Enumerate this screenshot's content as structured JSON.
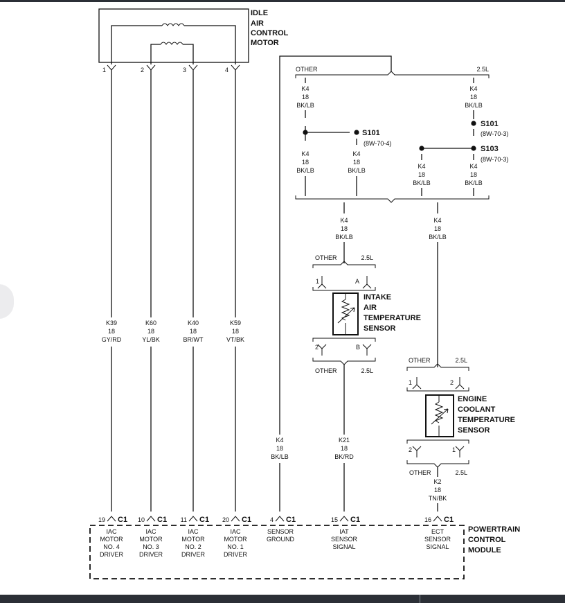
{
  "components": {
    "iac_motor": {
      "label": [
        "IDLE",
        "AIR",
        "CONTROL",
        "MOTOR"
      ],
      "pins": [
        "1",
        "2",
        "3",
        "4"
      ]
    },
    "iat_sensor": {
      "label": [
        "INTAKE",
        "AIR",
        "TEMPERATURE",
        "SENSOR"
      ],
      "pin_top_left": "1",
      "pin_top_right": "A",
      "pin_bottom_left": "2",
      "pin_bottom_right": "B"
    },
    "ect_sensor": {
      "label": [
        "ENGINE",
        "COOLANT",
        "TEMPERATURE",
        "SENSOR"
      ],
      "pin_top_left": "1",
      "pin_top_right": "2",
      "pin_bottom_left": "2",
      "pin_bottom_right": "1"
    },
    "pcm": {
      "label": [
        "POWERTRAIN",
        "CONTROL",
        "MODULE"
      ],
      "connector": "C1"
    }
  },
  "variants": {
    "other": "OTHER",
    "engine": "2.5L"
  },
  "splices": [
    {
      "id": "S101",
      "ref": "(8W-70-4)"
    },
    {
      "id": "S101",
      "ref": "(8W-70-3)"
    },
    {
      "id": "S103",
      "ref": "(8W-70-3)"
    }
  ],
  "wires": [
    {
      "circuit": "K39",
      "gauge": "18",
      "color": "GY/RD"
    },
    {
      "circuit": "K60",
      "gauge": "18",
      "color": "YL/BK"
    },
    {
      "circuit": "K40",
      "gauge": "18",
      "color": "BR/WT"
    },
    {
      "circuit": "K59",
      "gauge": "18",
      "color": "VT/BK"
    },
    {
      "circuit": "K4",
      "gauge": "18",
      "color": "BK/LB"
    },
    {
      "circuit": "K21",
      "gauge": "18",
      "color": "BK/RD"
    },
    {
      "circuit": "K2",
      "gauge": "18",
      "color": "TN/BK"
    }
  ],
  "pcm_pins": [
    {
      "pin": "19",
      "conn": "C1",
      "desc": [
        "IAC",
        "MOTOR",
        "NO. 4",
        "DRIVER"
      ]
    },
    {
      "pin": "10",
      "conn": "C1",
      "desc": [
        "IAC",
        "MOTOR",
        "NO. 3",
        "DRIVER"
      ]
    },
    {
      "pin": "11",
      "conn": "C1",
      "desc": [
        "IAC",
        "MOTOR",
        "NO. 2",
        "DRIVER"
      ]
    },
    {
      "pin": "20",
      "conn": "C1",
      "desc": [
        "IAC",
        "MOTOR",
        "NO. 1",
        "DRIVER"
      ]
    },
    {
      "pin": "4",
      "conn": "C1",
      "desc": [
        "SENSOR",
        "GROUND"
      ]
    },
    {
      "pin": "15",
      "conn": "C1",
      "desc": [
        "IAT",
        "SENSOR",
        "SIGNAL"
      ]
    },
    {
      "pin": "16",
      "conn": "C1",
      "desc": [
        "ECT",
        "SENSOR",
        "SIGNAL"
      ]
    }
  ]
}
